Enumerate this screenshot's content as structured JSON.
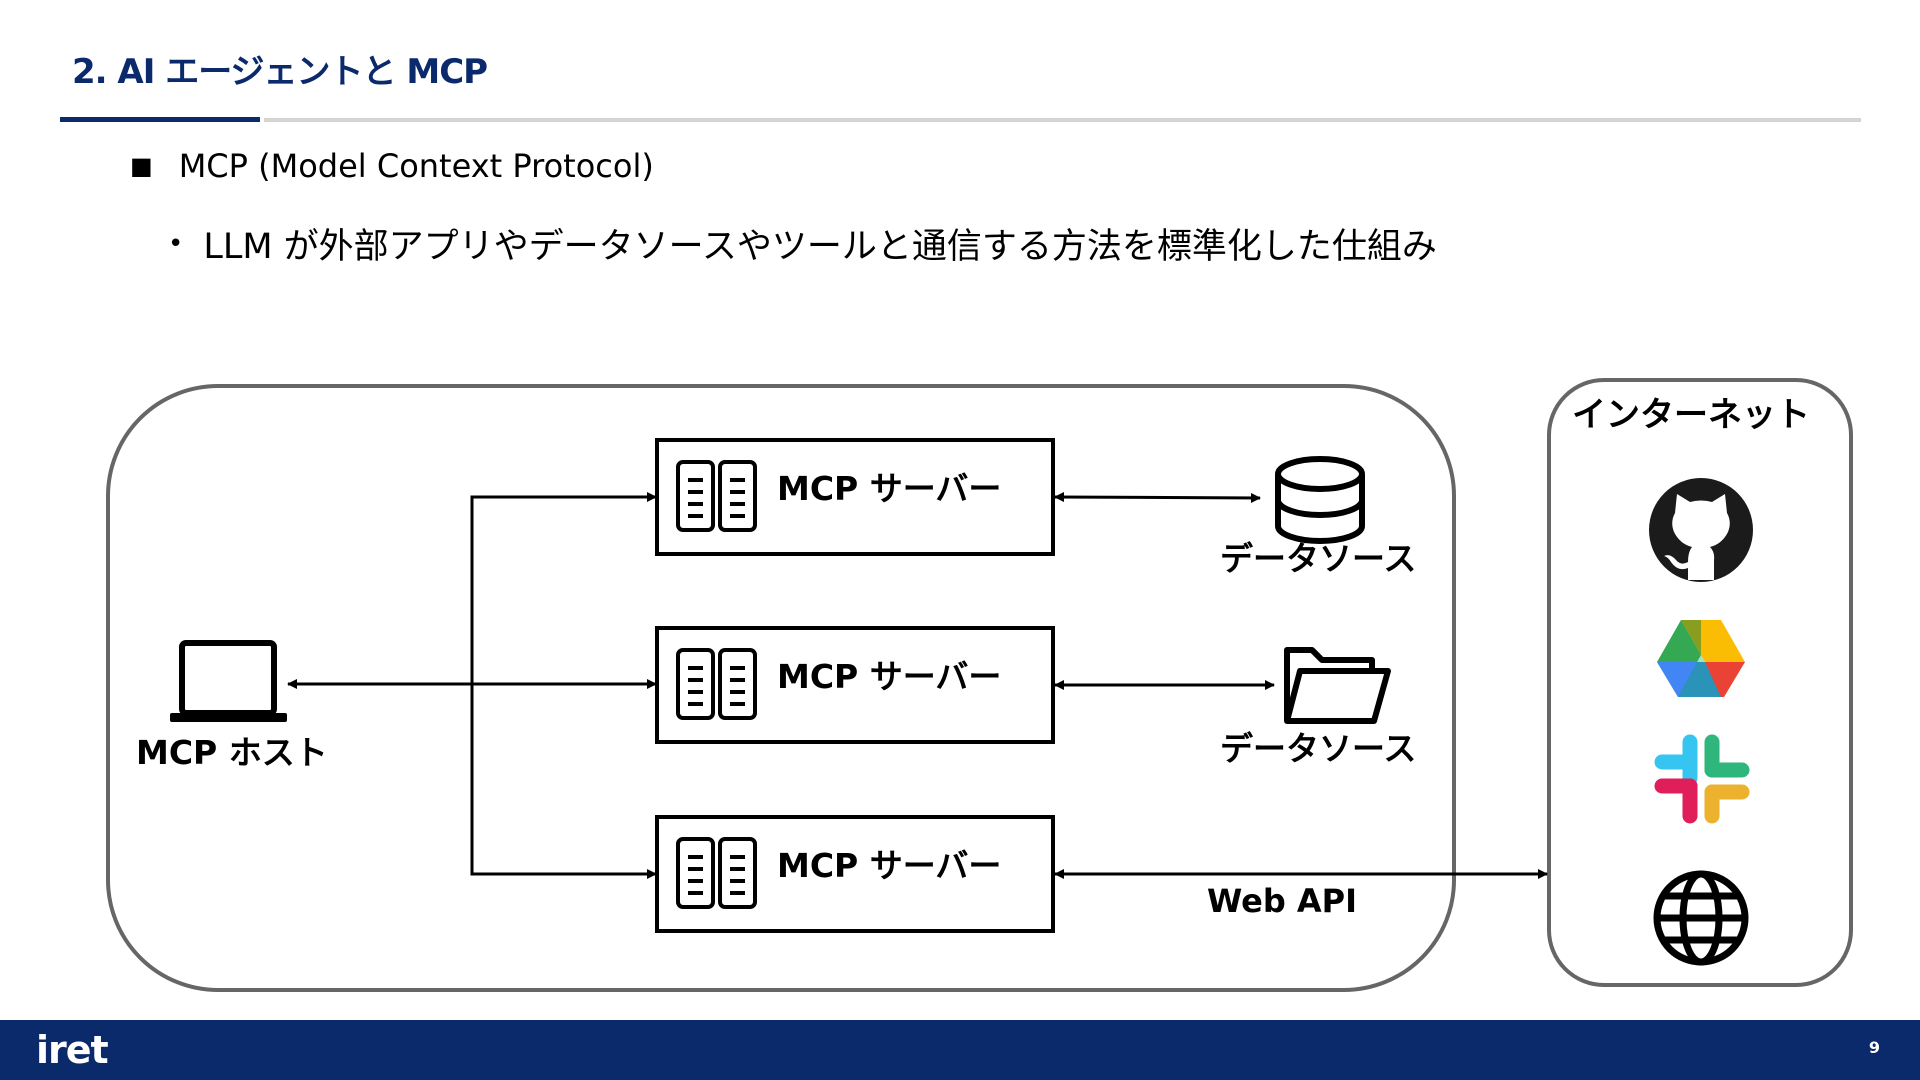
{
  "slide": {
    "title": "2. AI エージェントと MCP",
    "bullet_1": "MCP (Model Context Protocol)",
    "bullet_2": "LLM が外部アプリやデータソースやツールと通信する方法を標準化した仕組み",
    "bullet_1_marker": "■",
    "bullet_2_marker": "•"
  },
  "diagram": {
    "host_label": "MCP ホスト",
    "servers": [
      {
        "label": "MCP サーバー"
      },
      {
        "label": "MCP サーバー"
      },
      {
        "label": "MCP サーバー"
      }
    ],
    "resources": [
      {
        "label": "データソース",
        "icon": "database-icon"
      },
      {
        "label": "データソース",
        "icon": "folder-icon"
      }
    ],
    "web_api_label": "Web API",
    "internet": {
      "label": "インターネット",
      "services": [
        "github-icon",
        "google-drive-icon",
        "slack-icon",
        "globe-icon"
      ]
    }
  },
  "footer": {
    "logo": "iret",
    "page_number": "9"
  },
  "colors": {
    "brand_navy": "#0b2a6b",
    "rule_gray": "#d4d4d4",
    "frame_gray": "#666666"
  }
}
